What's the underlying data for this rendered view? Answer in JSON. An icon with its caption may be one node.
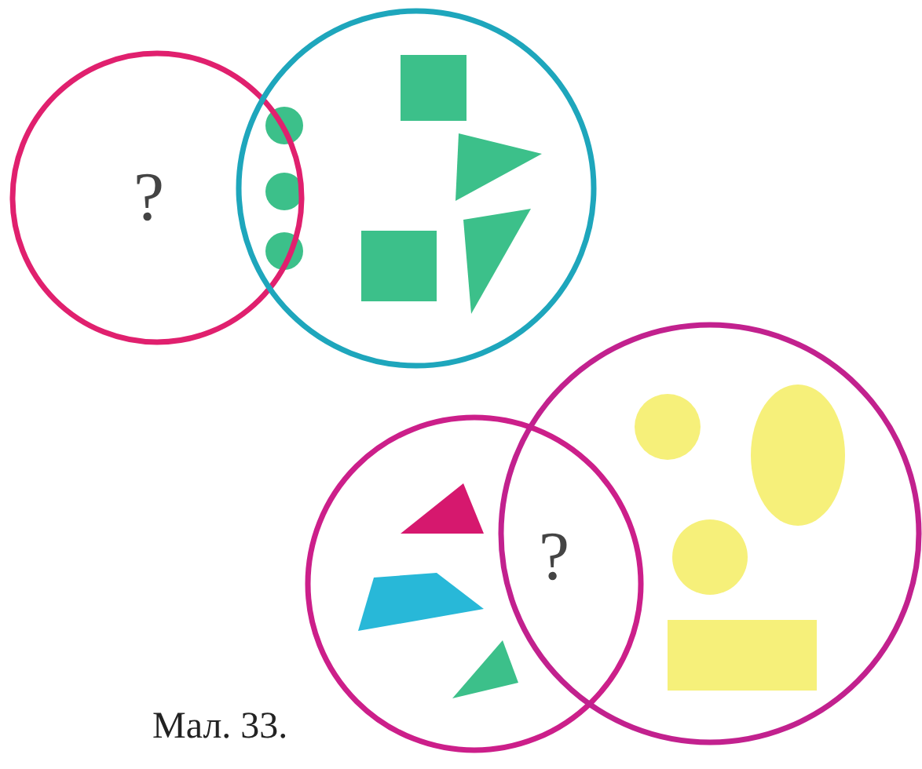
{
  "diagram": {
    "nodes": [
      {
        "text": [
          "?"
        ]
      },
      {
        "text": [],
        "shape": "circle"
      },
      {
        "text": [],
        "shape": "circle"
      },
      {
        "text": [],
        "shape": "circle"
      }
    ],
    "labels": [
      "?"
    ],
    "caption": "Мал. 33."
  }
}
